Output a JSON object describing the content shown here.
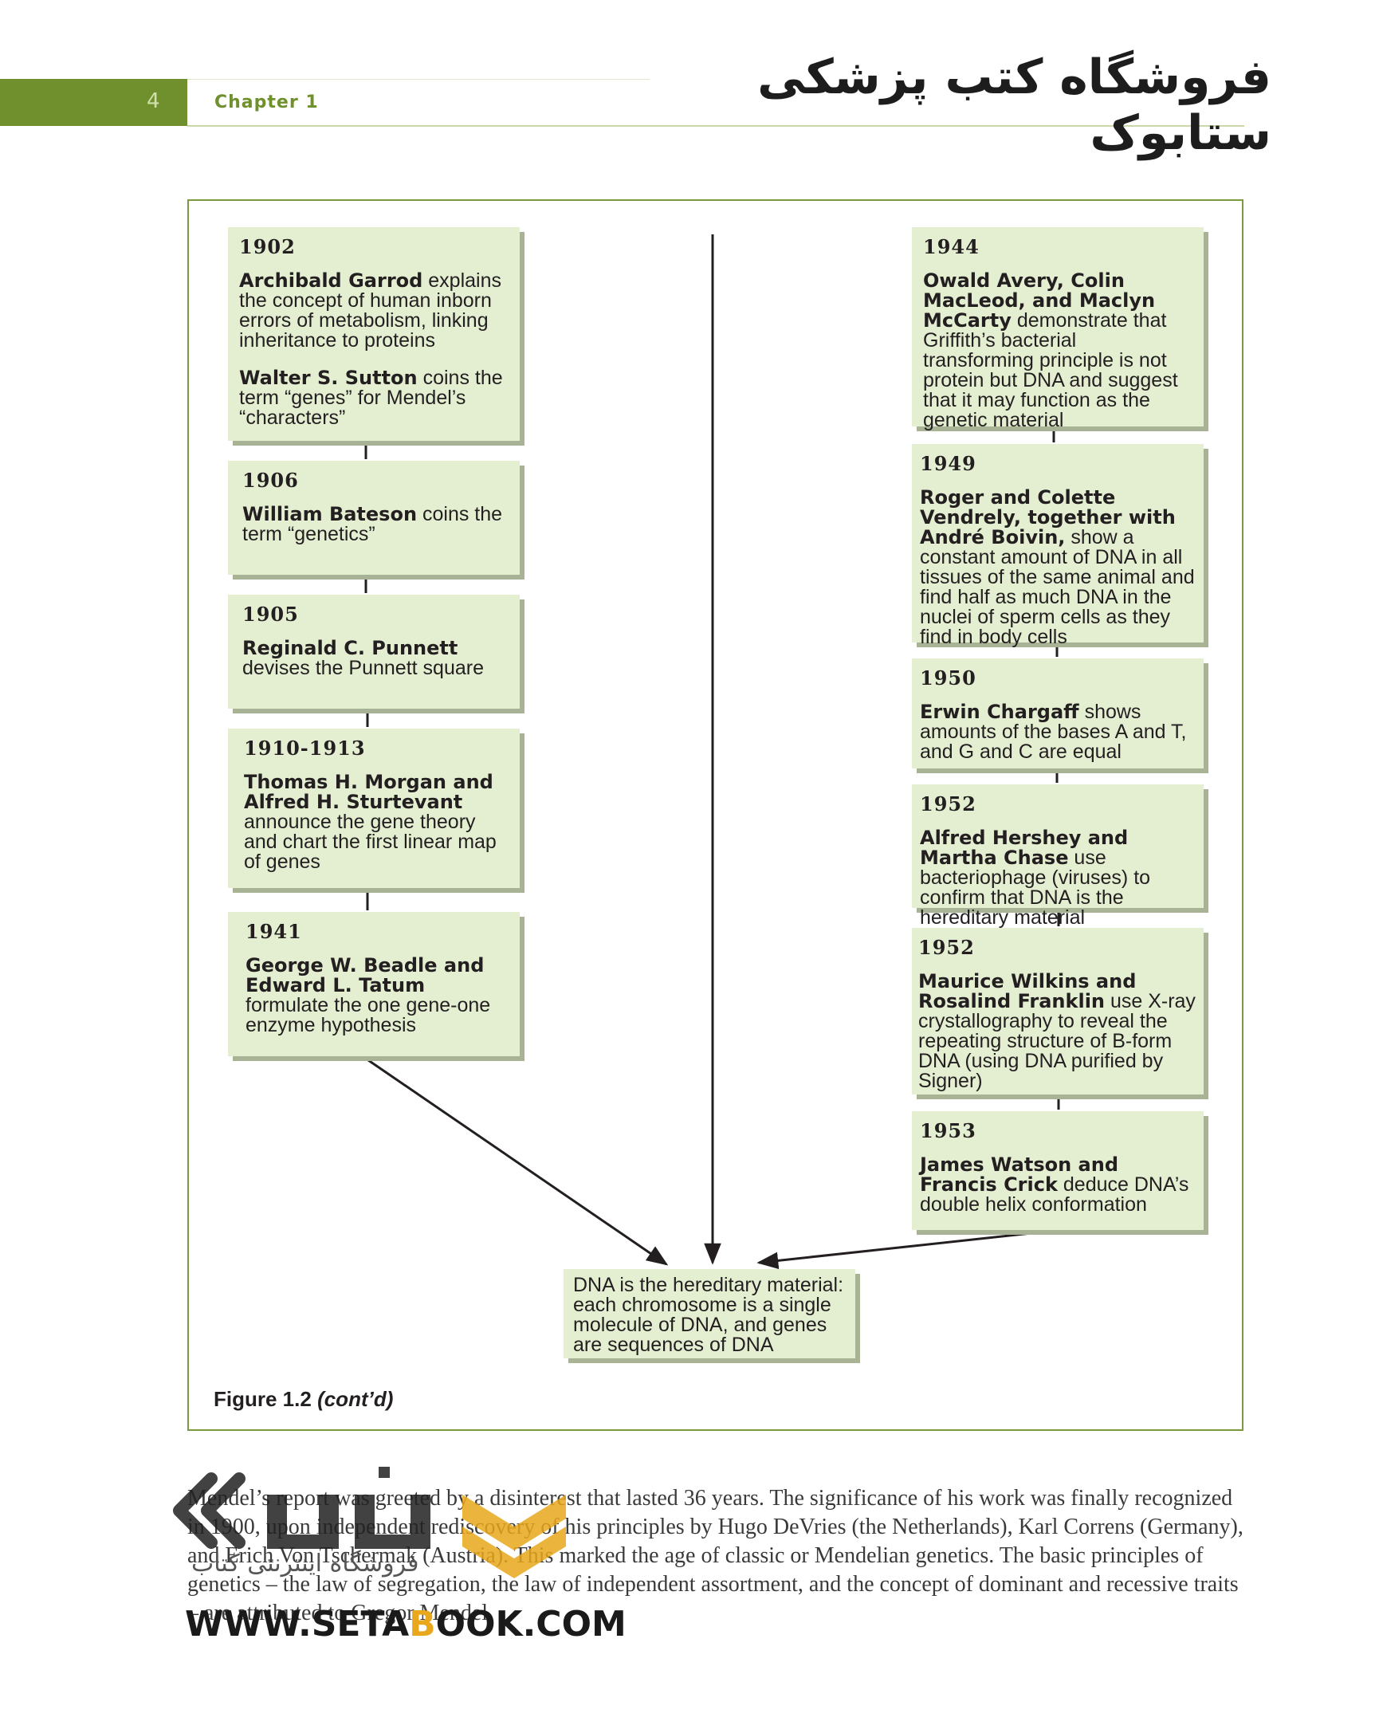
{
  "header": {
    "page_number": "4",
    "chapter_label": "Chapter 1",
    "brand_title": "فروشگاه کتب پزشکی ستابوک"
  },
  "figure": {
    "left_column": [
      {
        "year": "1902",
        "entries": [
          {
            "names": "Archibald Garrod",
            "text": " explains the concept of human inborn errors of metabolism, linking inheritance to proteins"
          },
          {
            "names": "Walter S. Sutton",
            "text": " coins the term “genes” for Mendel’s “characters”"
          }
        ]
      },
      {
        "year": "1906",
        "entries": [
          {
            "names": "William Bateson",
            "text": " coins the term “genetics”"
          }
        ]
      },
      {
        "year": "1905",
        "entries": [
          {
            "names": "Reginald C. Punnett",
            "text": " devises the Punnett square"
          }
        ]
      },
      {
        "year": "1910-1913",
        "entries": [
          {
            "names": "Thomas H. Morgan and Alfred H. Sturtevant",
            "text": " announce the gene theory and chart the first linear map of genes"
          }
        ]
      },
      {
        "year": "1941",
        "entries": [
          {
            "names": "George W. Beadle and Edward L. Tatum",
            "text": " formulate the one gene-one enzyme hypothesis"
          }
        ]
      }
    ],
    "right_column": [
      {
        "year": "1944",
        "entries": [
          {
            "names": "Owald Avery, Colin MacLeod, and Maclyn McCarty",
            "text": " demonstrate that Griffith’s bacterial transforming principle is not protein but DNA and suggest that it may function as the genetic material"
          }
        ]
      },
      {
        "year": "1949",
        "entries": [
          {
            "names": "Roger and Colette Vendrely, together with André Boivin,",
            "text": " show a constant amount of DNA in all tissues of the same animal and find half as much DNA in the nuclei of sperm cells as they find in body cells"
          }
        ]
      },
      {
        "year": "1950",
        "entries": [
          {
            "names": "Erwin Chargaff",
            "text": " shows amounts of the bases A and T, and G and C are equal"
          }
        ]
      },
      {
        "year": "1952",
        "entries": [
          {
            "names": "Alfred Hershey and Martha Chase",
            "text": " use bacteriophage (viruses) to confirm that DNA is the hereditary material"
          }
        ]
      },
      {
        "year": "1952",
        "entries": [
          {
            "names": "Maurice Wilkins and Rosalind Franklin",
            "text": " use X-ray crystallography to reveal the repeating structure of B-form DNA (using DNA purified by Signer)"
          }
        ]
      },
      {
        "year": "1953",
        "entries": [
          {
            "names": "James Watson and Francis Crick",
            "text": " deduce DNA’s double helix conformation"
          }
        ]
      }
    ],
    "conclusion": "DNA is the hereditary material: each chromosome is a single molecule of DNA, and genes are sequences of DNA",
    "caption_label": "Figure 1.2",
    "caption_suffix": "(cont’d)"
  },
  "body_text": "Mendel’s report was greeted by a disinterest that lasted 36 years. The significance of his work was finally recognized in 1900, upon independent rediscovery of his principles by Hugo DeVries (the Netherlands), Karl Correns (Germany), and Erich Von Tschermak (Austria). This marked the age of classic or Mendelian genetics. The basic principles of genetics – the law of segregation, the law of independent assortment, and the concept of dominant and recessive traits – are attributed to Gregor Mendel.",
  "watermark": {
    "url_prefix": "WWW.SETA",
    "url_highlight": "B",
    "url_suffix": "OOK.COM",
    "persian_text": "فروشگاه اینترنتی کتاب",
    "logo_icon": "setabook-logo-icon",
    "colors": {
      "orange": "#e8a71c",
      "dark": "#1a1a1a"
    }
  },
  "colors": {
    "accent_green": "#6f902c",
    "box_fill": "#e4efd2",
    "box_shadow": "#a8b396"
  }
}
